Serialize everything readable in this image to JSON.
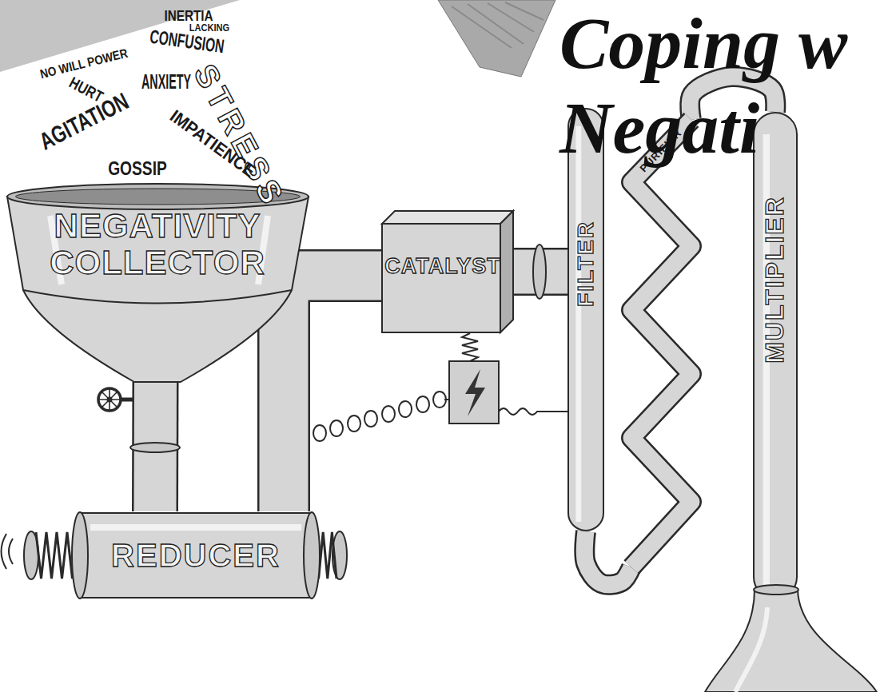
{
  "diagram": {
    "title": "Coping w Negati",
    "nodes": [
      {
        "text": [
          "NEGATIVITY COLLECTOR"
        ]
      },
      {
        "text": [
          "REDUCER"
        ]
      },
      {
        "text": [
          "CATALYST"
        ]
      },
      {
        "text": [
          "FILTER"
        ]
      },
      {
        "text": [
          "PURIFIER"
        ]
      },
      {
        "text": [
          "MULTIPLIER"
        ]
      }
    ],
    "edges": [
      {
        "from": 0,
        "to": 1,
        "arrow": "none"
      },
      {
        "from": 1,
        "to": 2,
        "arrow": "none"
      },
      {
        "from": 2,
        "to": 3,
        "arrow": "none"
      },
      {
        "from": 3,
        "to": 4,
        "arrow": "none"
      },
      {
        "from": 4,
        "to": 5,
        "arrow": "none"
      }
    ],
    "labels": [
      "INERTIA",
      "LACKING",
      "CONFUSION",
      "NO WILL POWER",
      "ANXIETY",
      "STRESS",
      "HURT",
      "AGITATION",
      "IMPATIENCE",
      "GOSSIP"
    ]
  }
}
